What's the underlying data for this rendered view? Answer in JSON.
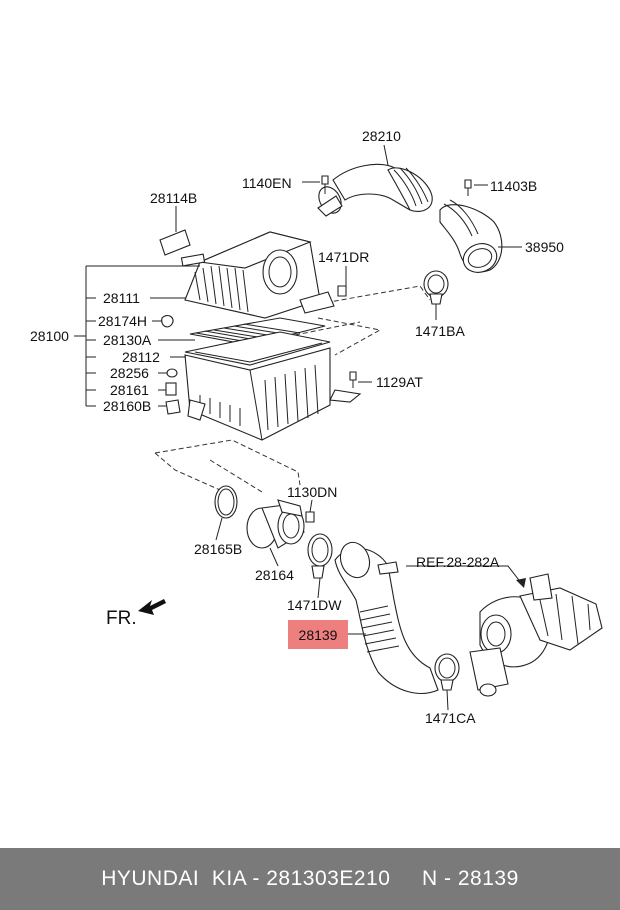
{
  "diagram": {
    "labels": {
      "p28210": "28210",
      "p1140EN": "1140EN",
      "p11403B": "11403B",
      "p38950": "38950",
      "p28114B": "28114B",
      "p1471DR": "1471DR",
      "p28111": "28111",
      "p28174H": "28174H",
      "p28100": "28100",
      "p28130A": "28130A",
      "p28112": "28112",
      "p28256": "28256",
      "p28161": "28161",
      "p28160B": "28160B",
      "p1471BA": "1471BA",
      "p1129AT": "1129AT",
      "p1130DN": "1130DN",
      "p28165B": "28165B",
      "p28164": "28164",
      "p1471DW": "1471DW",
      "p1471CA": "1471CA",
      "ref": "REF.28-282A",
      "fr": "FR."
    },
    "highlight": {
      "label": "28139",
      "color": "#ee7f7f"
    }
  },
  "footer": {
    "text": "HYUNDAI  KIA - 281303E210     N - 28139",
    "background": "#7a7a7a"
  }
}
